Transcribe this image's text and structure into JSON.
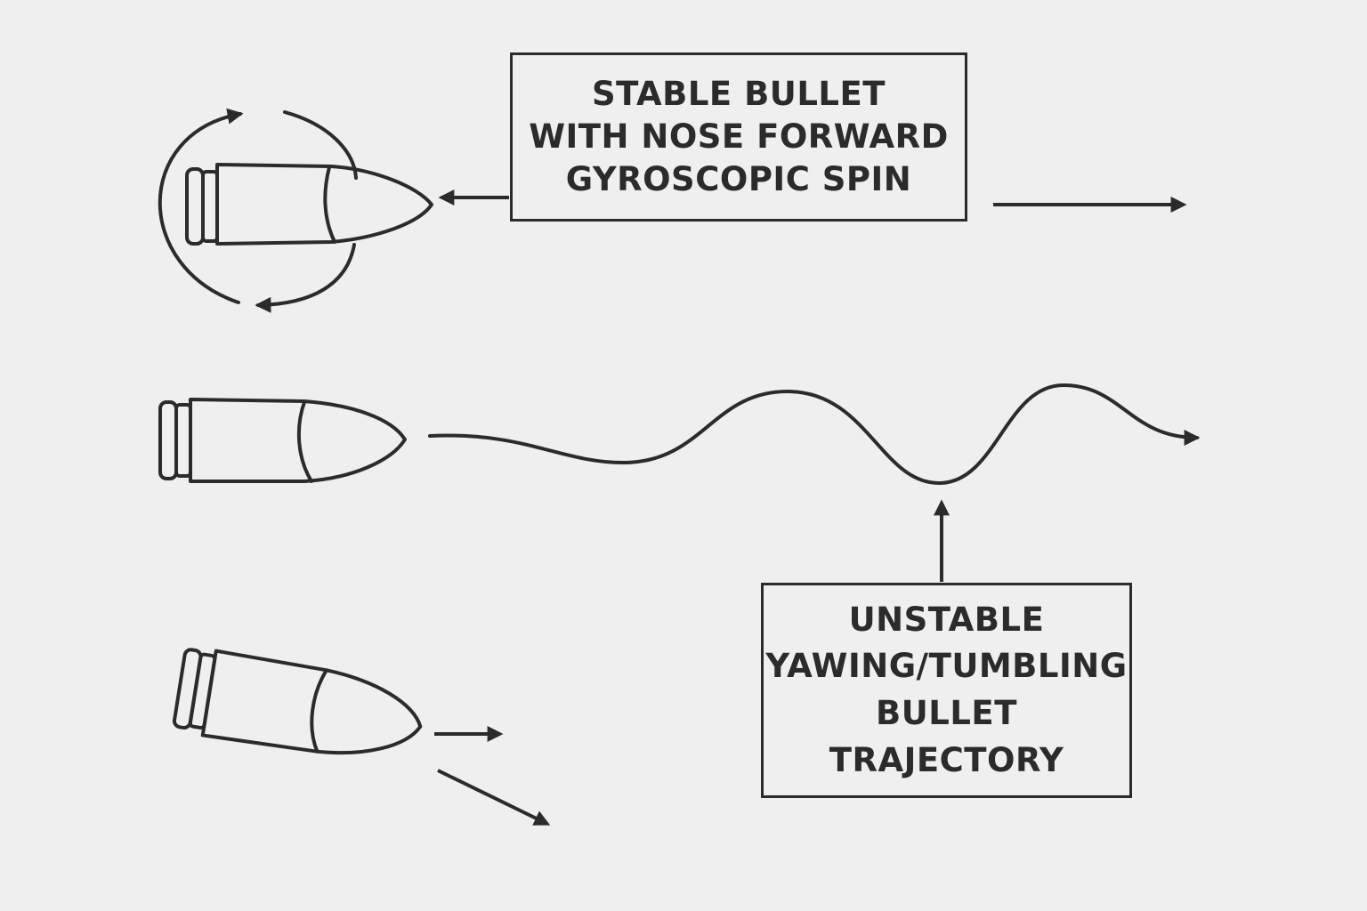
{
  "stable_label": {
    "lines": [
      "STABLE BULLET",
      "WITH NOSE FORWARD",
      "GYROSCOPIC SPIN"
    ]
  },
  "unstable_label": {
    "lines": [
      "UNSTABLE",
      "YAWING/TUMBLING",
      "BULLET",
      "TRAJECTORY"
    ]
  },
  "colors": {
    "ink": "#2b2b2b",
    "background": "#efefef"
  },
  "icons": [
    "bullet-icon",
    "spin-arrow-icon",
    "arrow-right-icon"
  ]
}
